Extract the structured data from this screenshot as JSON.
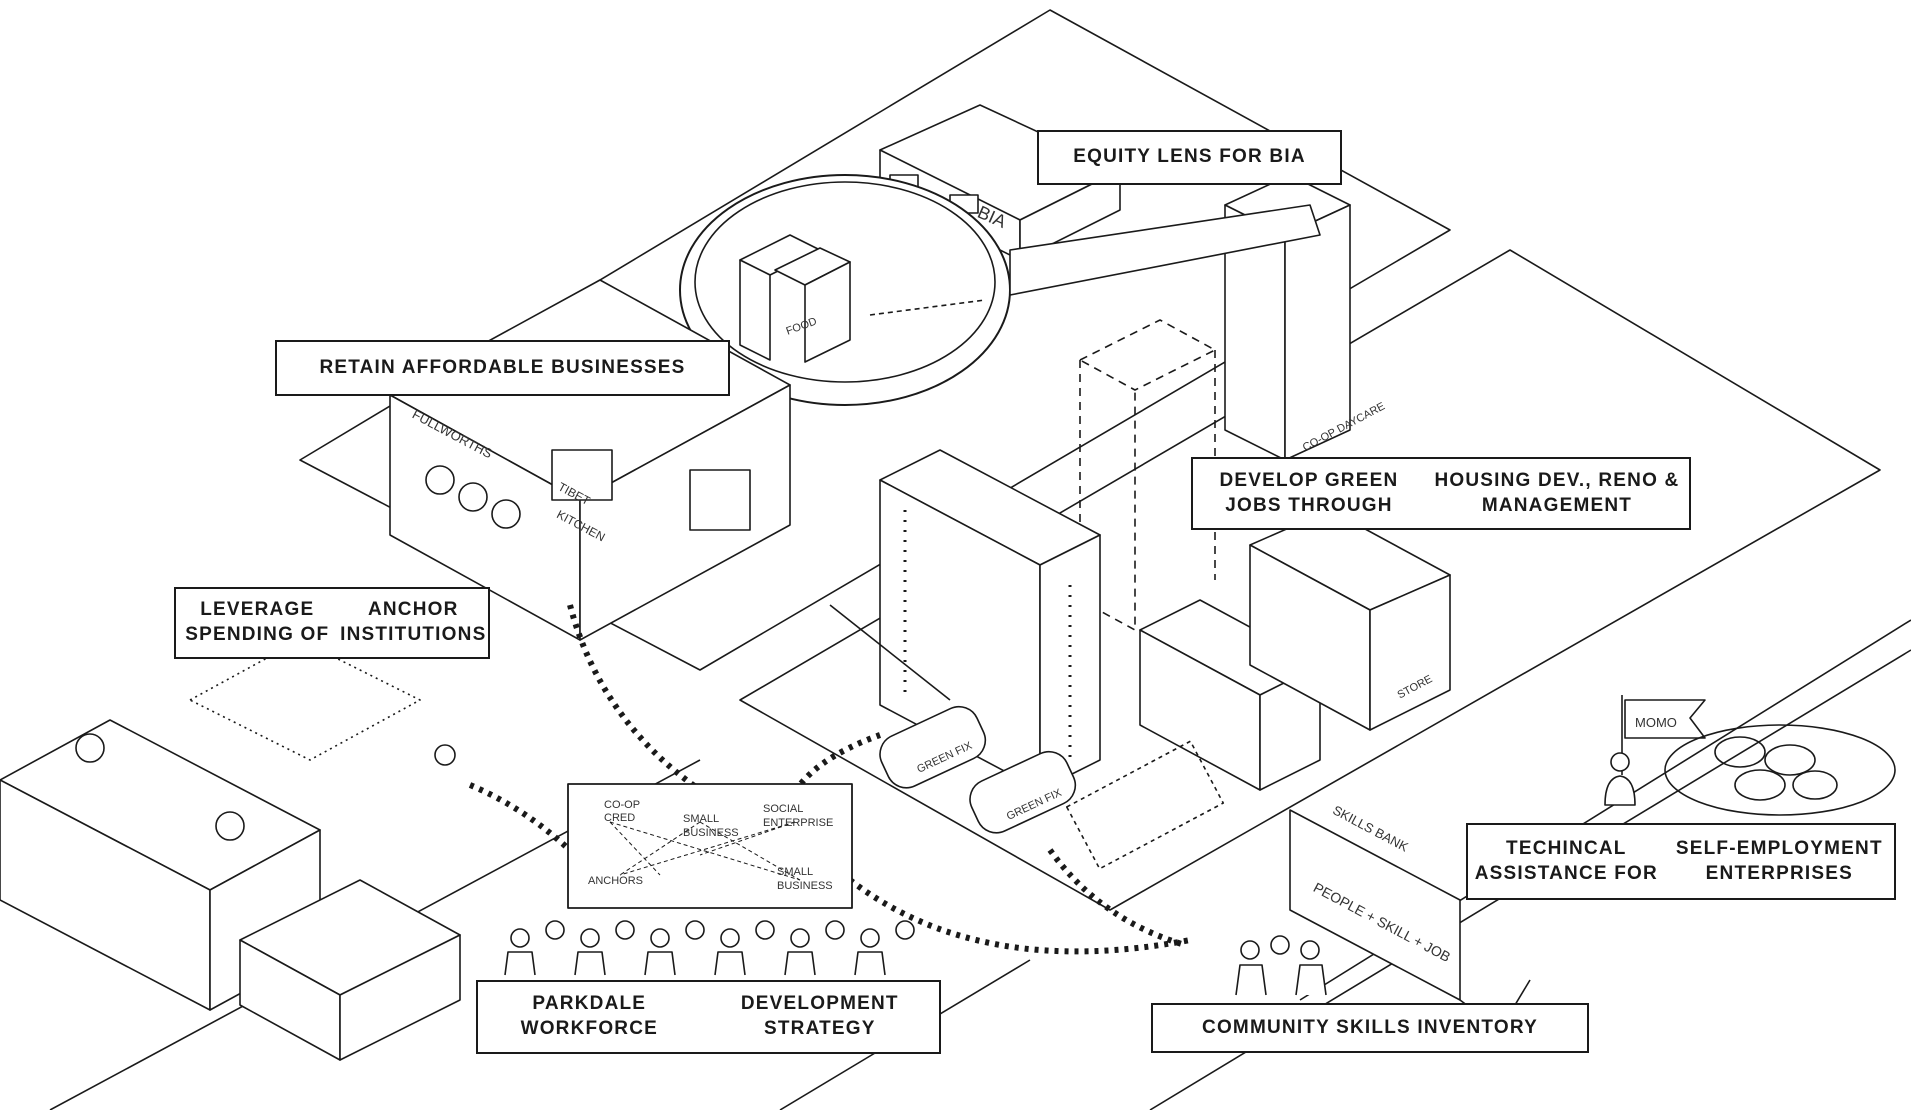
{
  "labels": {
    "equity_lens": "EQUITY LENS FOR BIA",
    "retain_businesses": "RETAIN AFFORDABLE BUSINESSES",
    "green_jobs": [
      "DEVELOP GREEN JOBS THROUGH",
      "HOUSING DEV., RENO & MANAGEMENT"
    ],
    "anchor_spending": [
      "LEVERAGE SPENDING OF",
      "ANCHOR INSTITUTIONS"
    ],
    "workforce_strategy": [
      "PARKDALE WORKFORCE",
      "DEVELOPMENT STRATEGY"
    ],
    "skills_inventory": "COMMUNITY SKILLS INVENTORY",
    "technical_assistance": [
      "TECHINCAL ASSISTANCE FOR",
      "SELF-EMPLOYMENT ENTERPRISES"
    ]
  },
  "signs": {
    "bia": "BIA",
    "fullworths": "FULLWORTHS",
    "tibet_kitchen": [
      "TIBET",
      "KITCHEN"
    ],
    "food": "FOOD",
    "coop_daycare": "CO-OP DAYCARE",
    "store": "STORE",
    "green_fix": "GREEN FIX",
    "momo": "MOMO",
    "skills_bank": "SKILLS BANK",
    "people_skill_job": "PEOPLE + SKILL + JOB"
  },
  "network_nodes": {
    "coop_cred": [
      "CO-OP",
      "CRED"
    ],
    "small_business_1": [
      "SMALL",
      "BUSINESS"
    ],
    "social_enterprise": [
      "SOCIAL",
      "ENTERPRISE"
    ],
    "anchors": "ANCHORS",
    "small_business_2": [
      "SMALL",
      "BUSINESS"
    ]
  },
  "colors": {
    "ink": "#1a1a1a",
    "paper": "#ffffff",
    "grey": "#555555"
  }
}
